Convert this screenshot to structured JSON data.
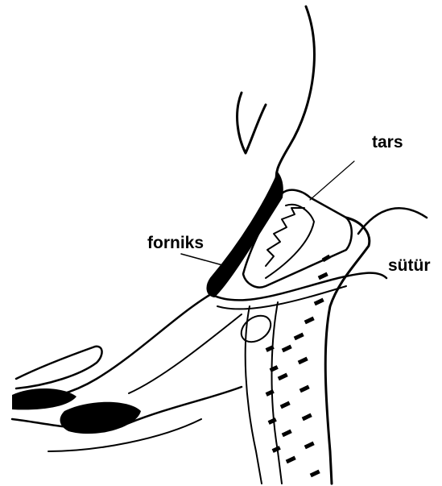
{
  "figure": {
    "background": "#ffffff",
    "ink": "#000000",
    "labels": {
      "tars": "tars",
      "forniks": "forniks",
      "sutur": "sütür"
    }
  }
}
